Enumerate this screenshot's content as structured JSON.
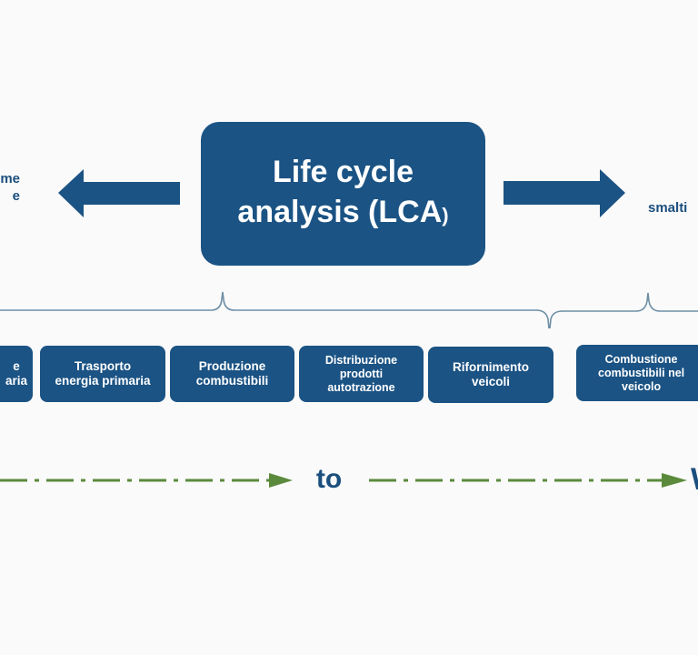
{
  "left_cut_text": {
    "line1": "me",
    "line2": "e"
  },
  "right_cut_text": "smalti",
  "lca": {
    "line1": "Life cycle",
    "line2_main": "analysis (LCA",
    "line2_paren": ")"
  },
  "phases": [
    {
      "line1": "e",
      "line2": "aria"
    },
    {
      "line1": "Trasporto",
      "line2": "energia primaria"
    },
    {
      "line1": "Produzione",
      "line2": "combustibili"
    },
    {
      "line1": "Distribuzione",
      "line2": "prodotti",
      "line3": "autotrazione"
    },
    {
      "line1": "Rifornimento",
      "line2": "veicoli"
    },
    {
      "line1": "Combustione",
      "line2": "combustibili nel",
      "line3": "veicolo"
    }
  ],
  "flow": {
    "to_label": "to",
    "edge_char": "W"
  },
  "colors": {
    "box": "#1b5384",
    "text_dark": "#1b4f7e",
    "brace": "#6e8fa6",
    "flow_arrow": "#5b8a3c"
  }
}
